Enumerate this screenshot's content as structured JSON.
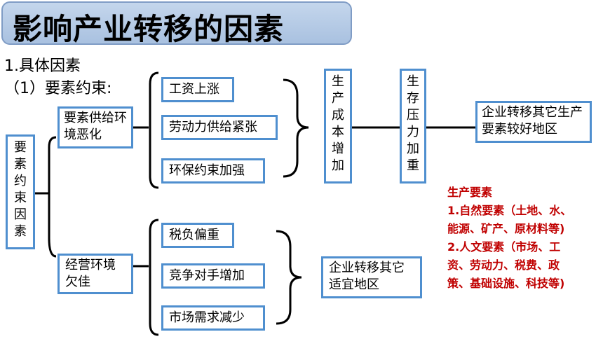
{
  "title": "影响产业转移的因素",
  "heading1": "1.具体因素",
  "heading2": "（1）要素约束:",
  "root": "要素约束因素",
  "group_a": {
    "label": "要素供给环境恶化",
    "items": [
      "工资上涨",
      "劳动力供给紧张",
      "环保约束加强"
    ]
  },
  "group_b": {
    "label": "经营环境欠佳",
    "items": [
      "税负偏重",
      "竞争对手增加",
      "市场需求减少"
    ]
  },
  "cost_increase": "生产成本增加",
  "pressure_increase": "生存压力加重",
  "outcome_a": "企业转移其它生产要素较好地区",
  "outcome_b": "企业转移其它适宜地区",
  "factors": {
    "title": "生产要素",
    "natural": "1.自然要素（土地、水、能源、矿产、原材料等)",
    "natural_lines": [
      "1.自然要素（土地、水、",
      "能源、矿产、原材料等)"
    ],
    "human_lines": [
      "2.人文要素（市场、工",
      "资、劳动力、税费、政",
      "策、基础设施、科技等)"
    ]
  },
  "colors": {
    "box_border": "#4f8fcf",
    "factors_text": "#c00000",
    "banner": "#b8cde8"
  }
}
